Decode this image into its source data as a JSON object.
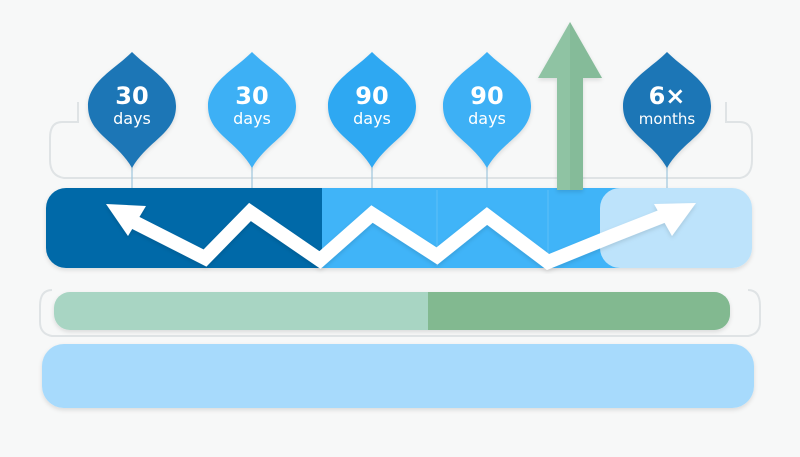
{
  "colors": {
    "background": "#f7f8f8",
    "dark_blue": "#0569a8",
    "mid_blue": "#2ea8f2",
    "light_blue": "#40b4f8",
    "pale_blue": "#bde3fb",
    "bottom_bar_blue": "#a7dafc",
    "green_light": "#a8d5c3",
    "green_dark": "#82b990",
    "arrow_green": "#8fc3a3",
    "white": "#ffffff"
  },
  "markers": [
    {
      "value": "30",
      "unit": "days",
      "color": "#1f76b6"
    },
    {
      "value": "30",
      "unit": "days",
      "color": "#3cb0f5"
    },
    {
      "value": "90",
      "unit": "days",
      "color": "#2ea8f2"
    },
    {
      "value": "90",
      "unit": "days",
      "color": "#3cb0f5"
    },
    {
      "value": "6×",
      "unit": "months",
      "color": "#1f76b6"
    }
  ],
  "icons": {
    "zigzag": "zigzag-trend-arrow-icon",
    "up_arrow": "up-arrow-icon"
  }
}
